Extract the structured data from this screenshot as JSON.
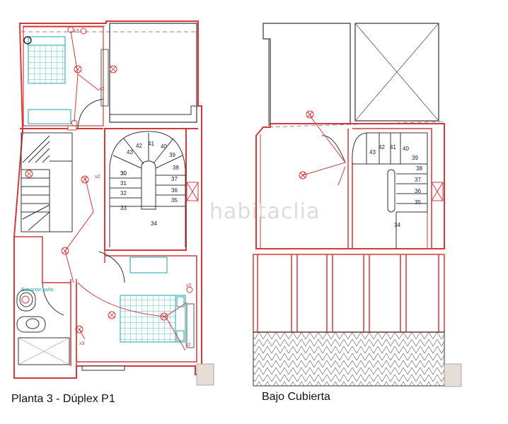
{
  "labels": {
    "left_plan": "Planta 3 - Dúplex P1",
    "right_plan": "Bajo Cubierta",
    "watermark": "habitaclia",
    "bath_note": "Extractor baño"
  },
  "stair_left": [
    "30",
    "31",
    "32",
    "33",
    "34",
    "35",
    "36",
    "37",
    "38",
    "39",
    "40",
    "41",
    "42",
    "43"
  ],
  "stair_right": [
    "34",
    "35",
    "36",
    "37",
    "38",
    "39",
    "40",
    "41",
    "42",
    "43"
  ],
  "elec_marks": [
    "x2",
    "x2",
    "x2",
    "x2",
    "x2",
    "x3"
  ],
  "colors": {
    "wall": "#d23a3a",
    "line": "#333333",
    "fixture": "#1aa7b0",
    "hatch": "#d8cfc6"
  }
}
